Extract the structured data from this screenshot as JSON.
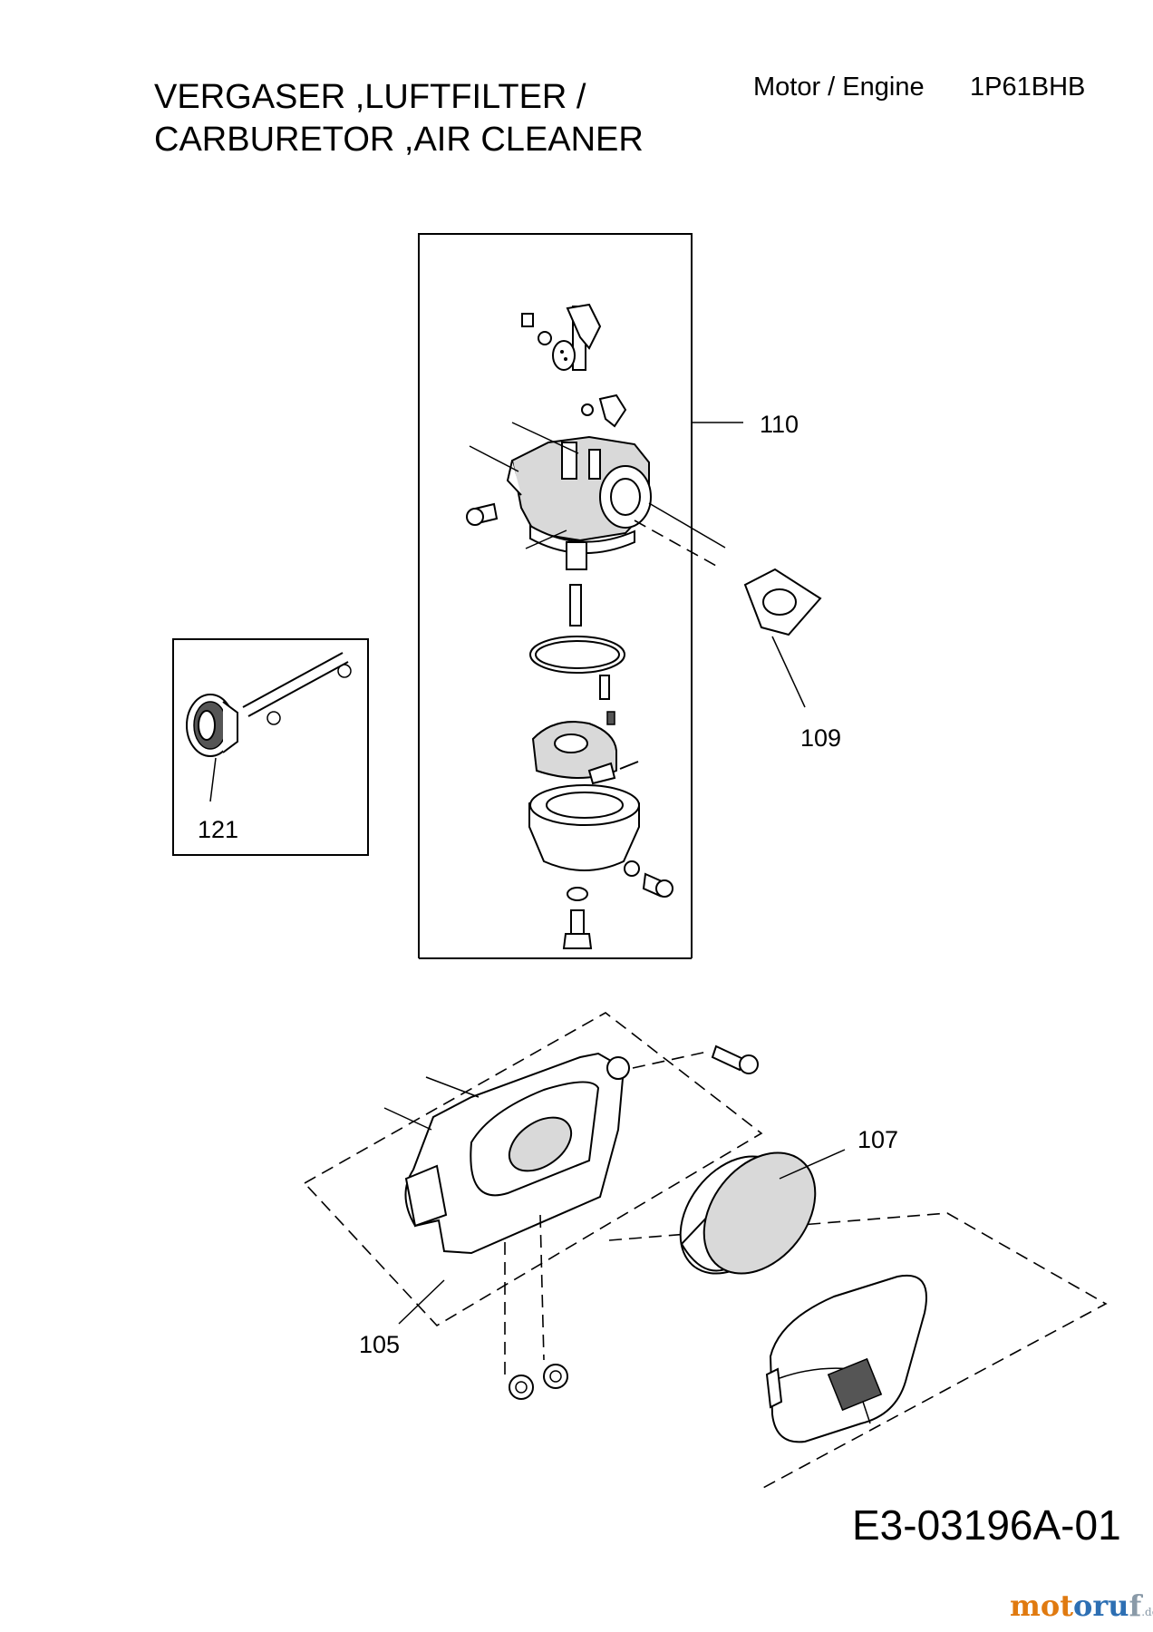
{
  "header": {
    "title_line1": "VERGASER ,LUFTFILTER /",
    "title_line2": "CARBURETOR ,AIR CLEANER",
    "engine_label": "Motor / Engine",
    "engine_model": "1P61BHB"
  },
  "diagram": {
    "callouts": {
      "p110": "110",
      "p109": "109",
      "p121": "121",
      "p107": "107",
      "p105": "105"
    }
  },
  "footer": {
    "document_id": "E3-03196A-01",
    "watermark": {
      "part1": "mot",
      "part2": "oru",
      "part3": "f",
      "tld": ".de"
    }
  },
  "colors": {
    "ink": "#000000",
    "background": "#ffffff",
    "wm_orange": "#e07a10",
    "wm_blue": "#2d6fb3",
    "wm_grey": "#8a9aa8"
  }
}
